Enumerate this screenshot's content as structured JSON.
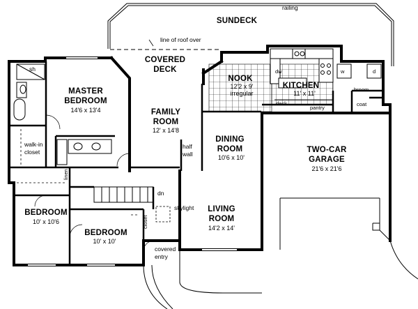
{
  "plan": {
    "exterior": {
      "sundeck": "SUNDECK",
      "railing": "railing",
      "roof_line_note": "line of roof over",
      "covered_deck": [
        "COVERED",
        "DECK"
      ],
      "covered_entry": [
        "covered",
        "entry"
      ]
    },
    "rooms": {
      "master_bedroom": {
        "name": [
          "MASTER",
          "BEDROOM"
        ],
        "size": "14'6 x 13'4"
      },
      "family_room": {
        "name": [
          "FAMILY",
          "ROOM"
        ],
        "size": "12' x 14'8"
      },
      "nook": {
        "name": "NOOK",
        "size": [
          "12'2 x 9'",
          "irregular"
        ]
      },
      "kitchen": {
        "name": "KITCHEN",
        "size": "11' x 11'"
      },
      "dining_room": {
        "name": [
          "DINING",
          "ROOM"
        ],
        "size": "10'6 x 10'"
      },
      "garage": {
        "name": [
          "TWO-CAR",
          "GARAGE"
        ],
        "size": "21'6 x 21'6"
      },
      "living_room": {
        "name": [
          "LIVING",
          "ROOM"
        ],
        "size": "14'2 x 14'"
      },
      "bedroom_left": {
        "name": "BEDROOM",
        "size": "10' x 10'6"
      },
      "bedroom_center": {
        "name": "BEDROOM",
        "size": "10' x 10'"
      }
    },
    "features": {
      "shower": "sh",
      "walk_in_closet": [
        "walk-in",
        "closet"
      ],
      "half_wall": [
        "half",
        "wall"
      ],
      "linen": "linen",
      "stair_down": "dn",
      "skylight": "skylight",
      "closet": "closet",
      "desk": "desk",
      "pantry": "pantry",
      "broom": "broom",
      "coat": "coat",
      "dishwasher": "dw",
      "washer": "w",
      "dryer": "d"
    }
  }
}
